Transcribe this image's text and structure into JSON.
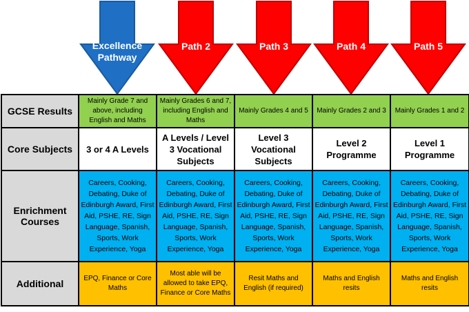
{
  "arrows": [
    {
      "label_line1": "Excellence",
      "label_line2": "Pathway",
      "color": "#1f6fc5"
    },
    {
      "label_line1": "Path 2",
      "label_line2": "",
      "color": "#ff0000"
    },
    {
      "label_line1": "Path 3",
      "label_line2": "",
      "color": "#ff0000"
    },
    {
      "label_line1": "Path 4",
      "label_line2": "",
      "color": "#ff0000"
    },
    {
      "label_line1": "Path 5",
      "label_line2": "",
      "color": "#ff0000"
    }
  ],
  "rows": {
    "gcse": {
      "header": "GCSE Results",
      "cells": [
        "Mainly Grade 7 and above, including English and Maths",
        "Mainly Grades 6 and 7, including English and Maths",
        "Mainly Grades 4 and 5",
        "Mainly Grades 2 and 3",
        "Mainly Grades 1 and 2"
      ]
    },
    "core": {
      "header": "Core Subjects",
      "cells": [
        "3 or 4 A Levels",
        "A Levels / Level 3 Vocational Subjects",
        "Level 3 Vocational Subjects",
        "Level 2 Programme",
        "Level 1 Programme"
      ]
    },
    "enrichment": {
      "header": "Enrichment Courses",
      "cells": [
        "Careers, Cooking, Debating, Duke of Edinburgh Award, First Aid, PSHE, RE, Sign Language, Spanish, Sports, Work Experience, Yoga",
        "Careers, Cooking, Debating, Duke of Edinburgh Award, First Aid, PSHE, RE, Sign Language, Spanish, Sports, Work Experience, Yoga",
        "Careers, Cooking, Debating, Duke of Edinburgh Award, First Aid, PSHE, RE, Sign Language, Spanish, Sports, Work Experience, Yoga",
        "Careers, Cooking, Debating, Duke of Edinburgh Award, First Aid, PSHE, RE, Sign Language, Spanish, Sports, Work Experience, Yoga",
        "Careers, Cooking, Debating, Duke of Edinburgh Award, First Aid, PSHE, RE, Sign Language, Spanish, Sports, Work Experience, Yoga"
      ]
    },
    "additional": {
      "header": "Additional",
      "cells": [
        "EPQ, Finance or Core Maths",
        "Most able will be allowed to take EPQ, Finance or Core Maths",
        "Resit Maths and English (if required)",
        "Maths and English resits",
        "Maths and English resits"
      ]
    }
  },
  "colors": {
    "header_grey": "#d9d9d9",
    "gcse_green": "#92d050",
    "enrichment_blue": "#00b0f0",
    "additional_orange": "#ffc000",
    "arrow_blue": "#1f6fc5",
    "arrow_red": "#ff0000"
  }
}
